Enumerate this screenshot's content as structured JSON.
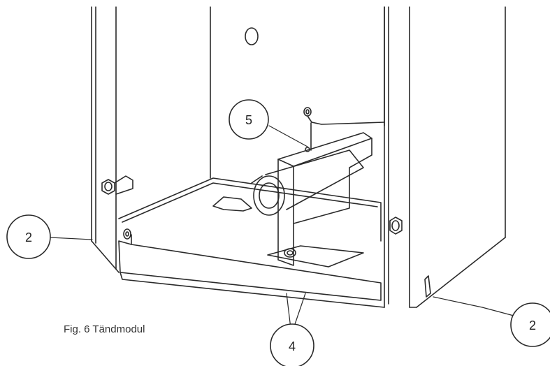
{
  "figure": {
    "caption": "Fig. 6 Tändmodul",
    "callouts": [
      {
        "id": "left",
        "label": "2"
      },
      {
        "id": "top",
        "label": "5"
      },
      {
        "id": "bottom",
        "label": "4"
      },
      {
        "id": "right",
        "label": "2"
      }
    ]
  },
  "colors": {
    "line": "#2a2a2a",
    "light_line": "#888888",
    "background": "#ffffff"
  }
}
